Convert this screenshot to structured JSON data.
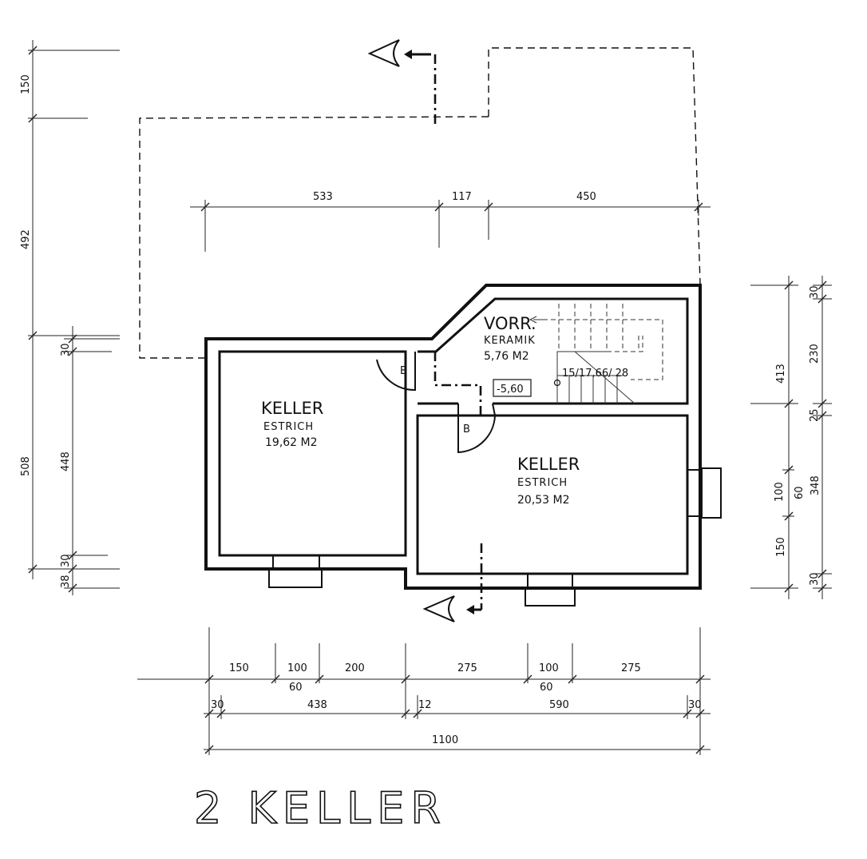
{
  "drawing_title": "2 KELLER",
  "rooms": [
    {
      "name": "KELLER",
      "floor": "ESTRICH",
      "area": "19,62 M2"
    },
    {
      "name": "KELLER",
      "floor": "ESTRICH",
      "area": "20,53 M2"
    },
    {
      "name": "VORR.",
      "floor": "KERAMIK",
      "area": "5,76 M2"
    }
  ],
  "level_marker": "-5,60",
  "stair_spec": "15/17,66/ 28",
  "door_labels": [
    "B",
    "B"
  ],
  "dims_top": [
    "533",
    "117",
    "450"
  ],
  "dims_left_outer": [
    "150",
    "492",
    "508"
  ],
  "dims_left_inner": [
    "30",
    "448",
    "30",
    "38"
  ],
  "dims_right_outer": [
    "413",
    "348"
  ],
  "dims_right_inner": [
    "30",
    "230",
    "25",
    "100",
    "60",
    "150",
    "30"
  ],
  "dims_bottom_row1": [
    "150",
    "100",
    "60",
    "200",
    "275",
    "100",
    "60",
    "275"
  ],
  "dims_bottom_row2": [
    "30",
    "438",
    "12",
    "590",
    "30"
  ],
  "dims_bottom_total": "1100"
}
